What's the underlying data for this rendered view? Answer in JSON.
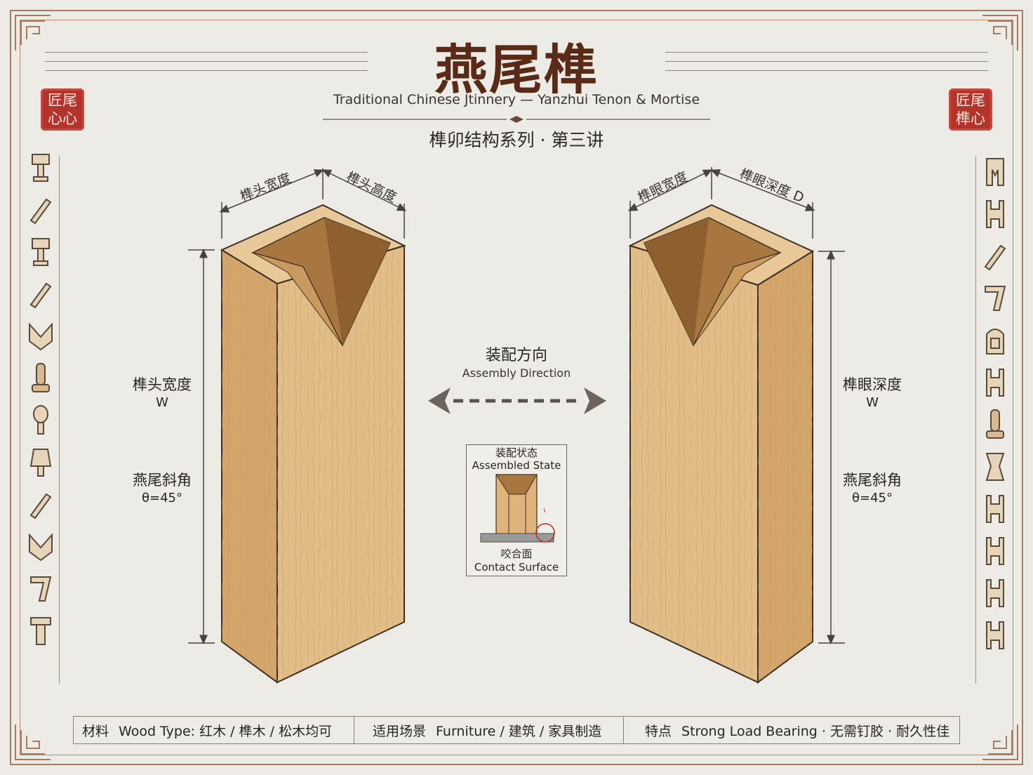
{
  "header": {
    "title": "燕尾榫",
    "subtitle_en": "Traditional Chinese Jtinnery — Yanzhui Tenon & Mortise",
    "subtitle_cn": "榫卯结构系列 · 第三讲"
  },
  "seals": {
    "left": {
      "line1": "匠尾",
      "line2": "心心"
    },
    "right": {
      "line1": "匠尾",
      "line2": "榫心"
    }
  },
  "left_piece": {
    "dim_top_left": "榫头宽度",
    "dim_top_right": "榫头高度",
    "side_label_1": "榫头宽度",
    "side_label_1_sub": "W",
    "side_label_2": "燕尾斜角",
    "side_label_2_sub": "θ=45°"
  },
  "right_piece": {
    "dim_top_left": "榫眼宽度",
    "dim_top_right": "榫眼深度 D",
    "side_label_1": "榫眼深度",
    "side_label_1_sub": "W",
    "side_label_2": "燕尾斜角",
    "side_label_2_sub": "θ=45°"
  },
  "assembly": {
    "label_cn": "装配方向",
    "label_en": "Assembly Direction"
  },
  "inset": {
    "title_cn": "装配状态",
    "title_en": "Assembled State",
    "caption_cn": "咬合面",
    "caption_en": "Contact Surface"
  },
  "footer": {
    "cells": [
      {
        "key": "材料",
        "value": "Wood Type:  红木 / 榫木 / 松木均可"
      },
      {
        "key": "适用场景",
        "value": "Furniture / 建筑 / 家具制造"
      },
      {
        "key": "特点",
        "value": "Strong Load Bearing · 无需钉胶 · 耐久性佳"
      }
    ]
  },
  "colors": {
    "background": "#ecebe5",
    "title": "#5b2a16",
    "seal": "#b4332b",
    "wood_light": "#e2bc86",
    "wood_mid": "#d2a66c",
    "wood_dark": "#b88a52"
  }
}
